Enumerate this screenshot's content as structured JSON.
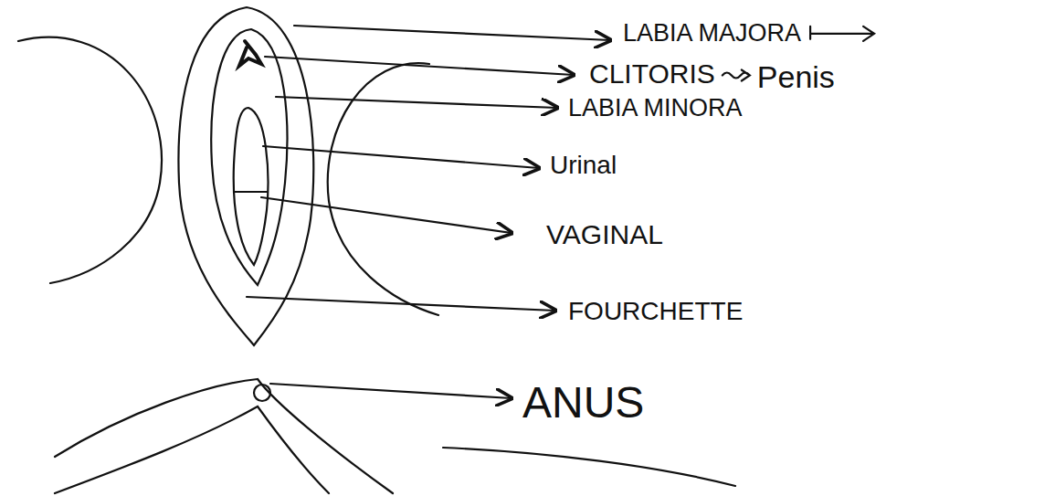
{
  "diagram": {
    "labels": [
      "LABIA MAJORA",
      "CLITORIS",
      "Penis",
      "LABIA MINORA",
      "Urinal",
      "VAGINAL",
      "FOURCHETTE",
      "ANUS"
    ]
  }
}
